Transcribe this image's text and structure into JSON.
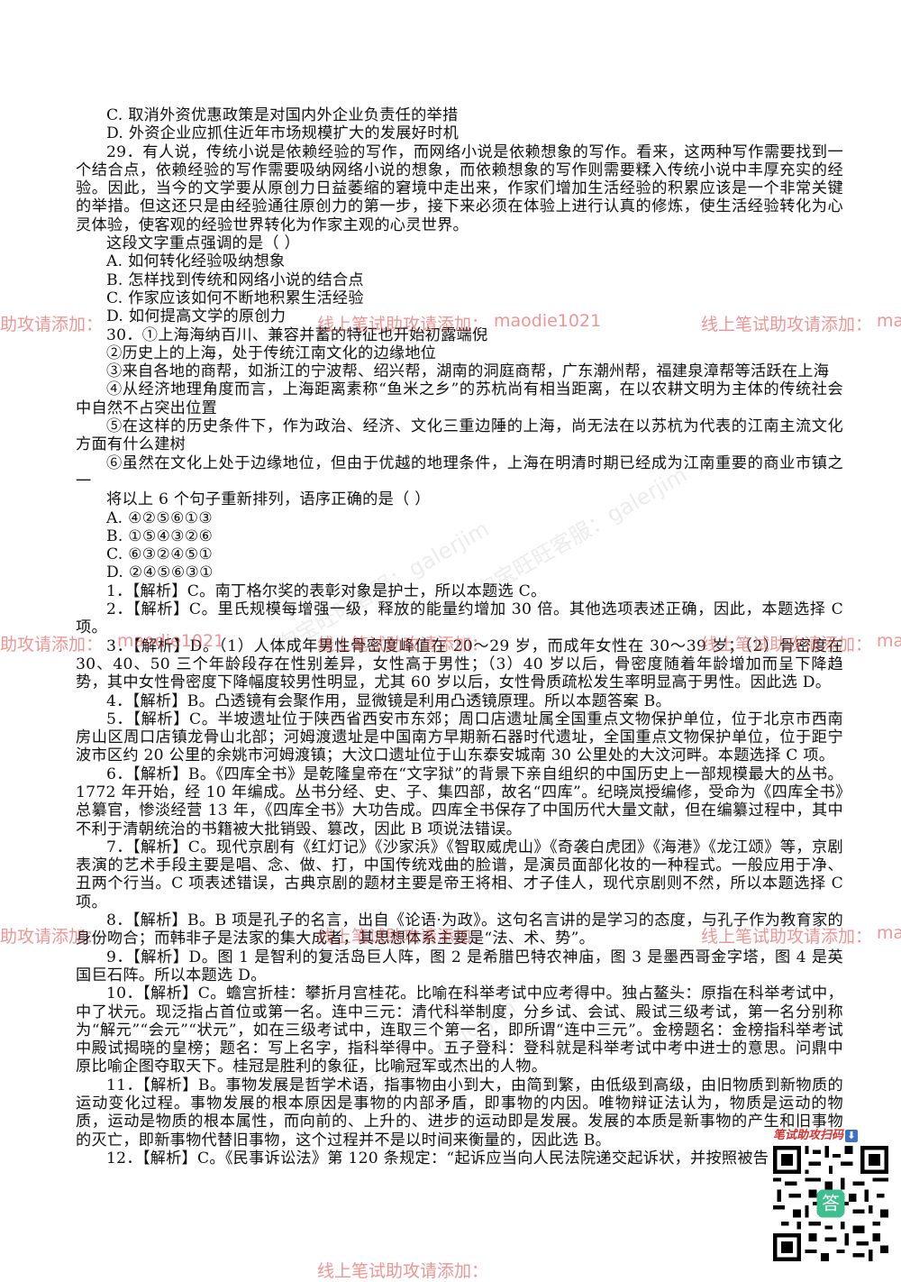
{
  "watermarks": {
    "left_a": "助攻请添加：",
    "mid_a": "线上笔试助攻请添加：",
    "code_a": "maodie1021",
    "right_a": "线上笔试助攻请添加：",
    "right_tail": "ma",
    "diag": "淘宝旺旺客服：galerjim"
  },
  "lines": {
    "q28c": "C. 取消外资优惠政策是对国内外企业负责任的举措",
    "q28d": "D. 外资企业应抓住近年市场规模扩大的发展好时机",
    "q29": "29．有人说，传统小说是依赖经验的写作，而网络小说是依赖想象的写作。看来，这两种写作需要找到一个结合点，依赖经验的写作需要吸纳网络小说的想象，而依赖想象的写作则需要糅入传统小说中丰厚充实的经验。因此，当今的文学要从原创力日益萎缩的窘境中走出来，作家们增加生活经验的积累应该是一个非常关键的举措。但这还只是由经验通往原创力的第一步，接下来必须在体验上进行认真的修炼，使生活经验转化为心灵体验，使客观的经验世界转化为作家主观的心灵世界。",
    "q29stem": "这段文字重点强调的是（ ）",
    "q29a": "A. 如何转化经验吸纳想象",
    "q29b": "B. 怎样找到传统和网络小说的结合点",
    "q29c": "C. 作家应该如何不断地积累生活经验",
    "q29d": "D. 如何提高文学的原创力",
    "q30_1": "30．①上海海纳百川、兼容并蓄的特征也开始初露端倪",
    "q30_2": "②历史上的上海，处于传统江南文化的边缘地位",
    "q30_3": "③来自各地的商帮，如浙江的宁波帮、绍兴帮，湖南的洞庭商帮，广东潮州帮，福建泉漳帮等活跃在上海",
    "q30_4": "④从经济地理角度而言，上海距离素称“鱼米之乡”的苏杭尚有相当距离，在以农耕文明为主体的传统社会中自然不占突出位置",
    "q30_5": "⑤在这样的历史条件下，作为政治、经济、文化三重边陲的上海，尚无法在以苏杭为代表的江南主流文化方面有什么建树",
    "q30_6": "⑥虽然在文化上处于边缘地位，但由于优越的地理条件，上海在明清时期已经成为江南重要的商业市镇之一",
    "q30stem": "将以上 6 个句子重新排列，语序正确的是（ ）",
    "q30a": "A. ④②⑤⑥①③",
    "q30b": "B. ①⑤④③②⑥",
    "q30c": "C. ⑥③②④⑤①",
    "q30d": "D. ②④⑤⑥③①",
    "a1": "1．【解析】C。南丁格尔奖的表彰对象是护士，所以本题选 C。",
    "a2": "2．【解析】C。里氏规模每增强一级，释放的能量约增加 30 倍。其他选项表述正确，因此，本题选择 C 项。",
    "a3": "3．【解析】D。（1）人体成年男性骨密度峰值在 20～29 岁，而成年女性在 30～39 岁；（2）骨密度在 30、40、50 三个年龄段存在性别差异，女性高于男性；（3）40 岁以后，骨密度随着年龄增加而呈下降趋势，其中女性骨密度下降幅度较男性明显，尤其 60 岁以后，女性骨质疏松发生率明显高于男性。因此选 D。",
    "a4": "4．【解析】B。凸透镜有会聚作用，显微镜是利用凸透镜原理。所以本题答案 B。",
    "a5": "5．【解析】C。半坡遗址位于陕西省西安市东郊；周口店遗址属全国重点文物保护单位，位于北京市西南房山区周口店镇龙骨山北部；河姆渡遗址是中国南方早期新石器时代遗址，全国重点文物保护单位，位于距宁波市区约 20 公里的余姚市河姆渡镇；大汶口遗址位于山东泰安城南 30 公里处的大汶河畔。本题选择 C 项。",
    "a6": "6．【解析】B。《四库全书》是乾隆皇帝在“文字狱”的背景下亲自组织的中国历史上一部规模最大的丛书。1772 年开始，经 10 年编成。丛书分经、史、子、集四部，故名“四库”。纪晓岚授编修，受命为《四库全书》总纂官，惨淡经营 13 年，《四库全书》大功告成。四库全书保存了中国历代大量文献，但在编纂过程中，其中不利于清朝统治的书籍被大批销毁、篡改，因此 B 项说法错误。",
    "a7": "7．【解析】C。现代京剧有《红灯记》《沙家浜》《智取威虎山》《奇袭白虎团》《海港》《龙江颂》等，京剧表演的艺术手段主要是唱、念、做、打，中国传统戏曲的脸谱，是演员面部化妆的一种程式。一般应用于净、丑两个行当。C 项表述错误，古典京剧的题材主要是帝王将相、才子佳人，现代京剧则不然，所以本题选择 C 项。",
    "a8": "8．【解析】B。B 项是孔子的名言，出自《论语·为政》。这句名言讲的是学习的态度，与孔子作为教育家的身份吻合；而韩非子是法家的集大成者，其思想体系主要是“法、术、势”。",
    "a9": "9．【解析】D。图 1 是智利的复活岛巨人阵，图 2 是希腊巴特农神庙，图 3 是墨西哥金字塔，图 4 是英国巨石阵。所以本题选 D。",
    "a10": "10．【解析】C。蟾宫折桂：攀折月宫桂花。比喻在科举考试中应考得中。独占鳌头：原指在科举考试中，中了状元。现泛指占首位或第一名。连中三元：清代科举制度，分乡试、会试、殿试三级考试，第一名分别称为“解元”“会元”“状元”，如在三级考试中，连取三个第一名，即所谓“连中三元”。金榜题名：金榜指科举考试中殿试揭晓的皇榜；题名：写上名字，指科举得中。五子登科：登科就是科举考试中考中进士的意思。问鼎中原比喻企图夺取天下。桂冠是胜利的象征，比喻冠军或杰出的人物。",
    "a11": "11．【解析】B。事物发展是哲学术语，指事物由小到大，由简到繁，由低级到高级，由旧物质到新物质的运动变化过程。事物发展的根本原因是事物的内部矛盾，即事物的内因。唯物辩证法认为，物质是运动的物质，运动是物质的根本属性，而向前的、上升的、进步的运动即是发展。发展的本质是新事物的产生和旧事物的灭亡，即新事物代替旧事物，这个过程并不是以时间来衡量的，因此选 B。",
    "a12": "12．【解析】C。《民事诉讼法》第 120 条规定：“起诉应当向人民法院递交起诉状，并按照被告"
  },
  "qr": {
    "title": "笔试助攻扫码",
    "arrow": "⬇",
    "center_text": "答"
  },
  "colors": {
    "watermark_red": "#e23c3c",
    "qr_title": "#d8322f",
    "qr_center": "#3fbf8f"
  }
}
